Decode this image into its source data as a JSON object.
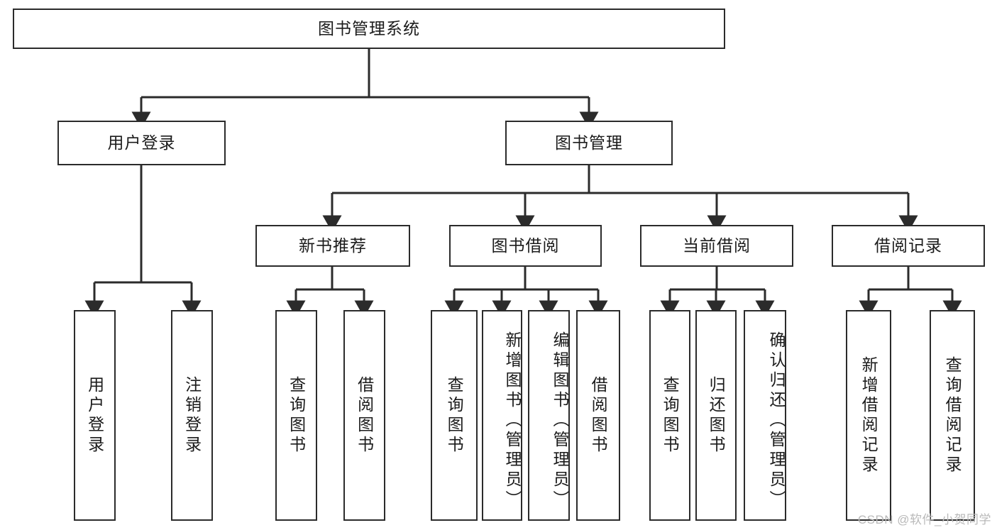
{
  "diagram": {
    "title": "图书管理系统",
    "type": "tree-hierarchy-chart",
    "stroke_color": "#2b2b2b",
    "fill_color": "#ffffff",
    "text_color": "#1b1b1b"
  },
  "root": {
    "label": "图书管理系统"
  },
  "level2": [
    {
      "label": "用户登录"
    },
    {
      "label": "图书管理"
    }
  ],
  "level3": [
    {
      "label": "新书推荐"
    },
    {
      "label": "图书借阅"
    },
    {
      "label": "当前借阅"
    },
    {
      "label": "借阅记录"
    }
  ],
  "leaves": {
    "user_login": [
      {
        "label": "用户登录"
      },
      {
        "label": "注销登录"
      }
    ],
    "new_book_recommend": [
      {
        "label": "查询图书"
      },
      {
        "label": "借阅图书"
      }
    ],
    "book_borrow": [
      {
        "label": "查询图书"
      },
      {
        "label": "新增图书（管理员）"
      },
      {
        "label": "编辑图书（管理员）"
      },
      {
        "label": "借阅图书"
      }
    ],
    "current_borrow": [
      {
        "label": "查询图书"
      },
      {
        "label": "归还图书"
      },
      {
        "label": "确认归还（管理员）"
      }
    ],
    "borrow_record": [
      {
        "label": "新增借阅记录"
      },
      {
        "label": "查询借阅记录"
      }
    ]
  },
  "watermark": {
    "text": "CSDN @软件_小贺同学"
  }
}
